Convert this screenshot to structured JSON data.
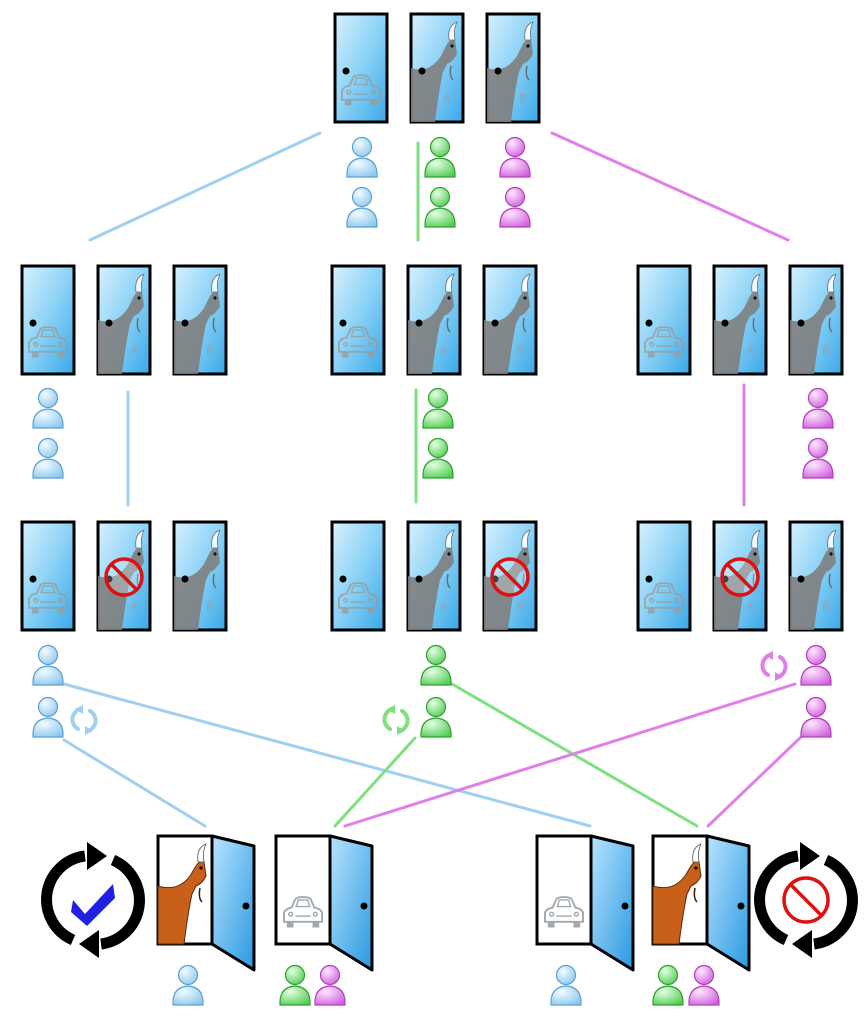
{
  "colors": {
    "player_blue": "#9fd0f0",
    "player_green": "#7fe07f",
    "player_magenta": "#e07fe8",
    "door_glass": "#62c0f0",
    "door_outline": "#000000",
    "goat_gray": "#808080",
    "goat_brown": "#c8601a",
    "prohibit_red": "#e01010",
    "check_blue": "#2020e0",
    "arrow_black": "#000000"
  },
  "doors": {
    "car_icon": "car-icon",
    "goat_icon": "goat-icon",
    "goat_a_label": "A",
    "goat_b_label": "B"
  },
  "players": {
    "blue": "player-blue",
    "green": "player-green",
    "magenta": "player-magenta"
  },
  "outcomes": {
    "win_icon": "cycle-check-icon",
    "lose_icon": "cycle-prohibited-icon"
  }
}
